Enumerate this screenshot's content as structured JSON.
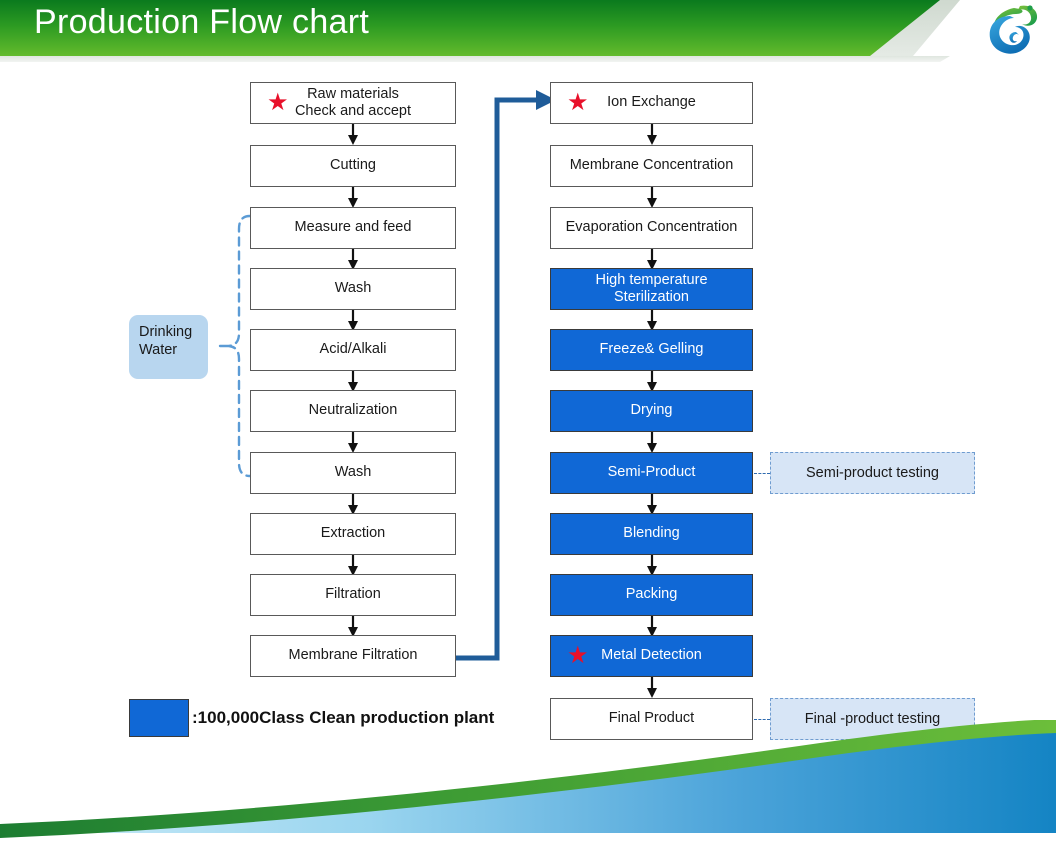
{
  "header": {
    "title": "Production Flow chart",
    "logo_name": "company-logo"
  },
  "flow": {
    "left_column": [
      {
        "id": "raw-materials",
        "label": "Raw materials\nCheck and accept",
        "star": true,
        "blue": false
      },
      {
        "id": "cutting",
        "label": "Cutting",
        "star": false,
        "blue": false
      },
      {
        "id": "measure-and-feed",
        "label": "Measure and feed",
        "star": false,
        "blue": false
      },
      {
        "id": "wash-1",
        "label": "Wash",
        "star": false,
        "blue": false
      },
      {
        "id": "acid-alkali",
        "label": "Acid/Alkali",
        "star": false,
        "blue": false
      },
      {
        "id": "neutralization",
        "label": "Neutralization",
        "star": false,
        "blue": false
      },
      {
        "id": "wash-2",
        "label": "Wash",
        "star": false,
        "blue": false
      },
      {
        "id": "extraction",
        "label": "Extraction",
        "star": false,
        "blue": false
      },
      {
        "id": "filtration",
        "label": "Filtration",
        "star": false,
        "blue": false
      },
      {
        "id": "membrane-filtration",
        "label": "Membrane Filtration",
        "star": false,
        "blue": false
      }
    ],
    "right_column": [
      {
        "id": "ion-exchange",
        "label": "Ion Exchange",
        "star": true,
        "blue": false
      },
      {
        "id": "membrane-concentration",
        "label": "Membrane Concentration",
        "star": false,
        "blue": false
      },
      {
        "id": "evaporation-concentration",
        "label": "Evaporation Concentration",
        "star": false,
        "blue": false
      },
      {
        "id": "high-temp-sterilization",
        "label": "High temperature\nSterilization",
        "star": false,
        "blue": true
      },
      {
        "id": "freeze-gelling",
        "label": "Freeze& Gelling",
        "star": false,
        "blue": true
      },
      {
        "id": "drying",
        "label": "Drying",
        "star": false,
        "blue": true
      },
      {
        "id": "semi-product",
        "label": "Semi-Product",
        "star": false,
        "blue": true
      },
      {
        "id": "blending",
        "label": "Blending",
        "star": false,
        "blue": true
      },
      {
        "id": "packing",
        "label": "Packing",
        "star": false,
        "blue": true
      },
      {
        "id": "metal-detection",
        "label": "Metal Detection",
        "star": true,
        "blue": true
      },
      {
        "id": "final-product",
        "label": "Final Product",
        "star": false,
        "blue": false
      }
    ],
    "drinking_water": {
      "label": "Drinking\nWater"
    },
    "testing_boxes": [
      {
        "id": "semi-product-testing",
        "label": "Semi-product testing"
      },
      {
        "id": "final-product-testing",
        "label": "Final -product testing"
      }
    ],
    "legend": {
      "text": ":100,000Class Clean production plant",
      "swatch_color": "#1068d6"
    },
    "star_glyph": "★"
  },
  "colors": {
    "blue_node": "#1068d6",
    "connector_blue": "#1f5c99",
    "star_red": "#e8102a",
    "header_green_dark": "#0a7a1e",
    "header_green_light": "#63bb2c",
    "drinking_water_fill": "#b8d6ef",
    "test_fill": "#d7e5f6"
  },
  "footer": {
    "note": ""
  }
}
